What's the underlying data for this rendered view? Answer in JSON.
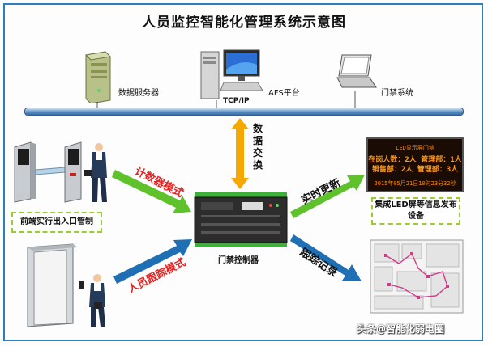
{
  "title": "人员监控智能化管理系统示意图",
  "devices": {
    "server": "数据服务器",
    "afs": "AFS平台",
    "access": "门禁系统"
  },
  "bus_label": "TCP/IP",
  "exchange": [
    "数",
    "据",
    "交",
    "换"
  ],
  "modes": {
    "count": "计数器模式",
    "track": "人员跟踪模式",
    "realtime": "实时更新",
    "trace": "跟踪记录"
  },
  "controller_label": "门禁控制器",
  "boxes": {
    "front": "前端实行出入口管制",
    "led": "集成LED屏等信息发布设备"
  },
  "led_screen": {
    "header": "LED显示屏门禁",
    "row1": "在岗人数：2人  管理部：1人",
    "row2": "销售部：2人    管理部：3人",
    "footer": "2015年05月21日10时23分32秒"
  },
  "watermark": "头条@智能化弱电圈",
  "colors": {
    "count_mode": "#e82020",
    "track_mode": "#e82020",
    "realtime": "#111111",
    "trace": "#111111",
    "green_arrow": "#5fc22c",
    "blue_arrow": "#1f6fb5",
    "orange_arrow": "#f5a800"
  }
}
